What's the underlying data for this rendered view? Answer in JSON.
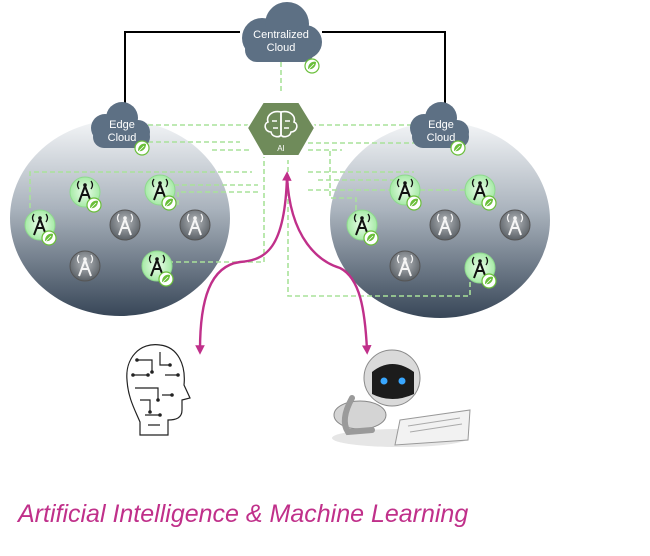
{
  "clouds": {
    "central": {
      "line1": "Centralized",
      "line2": "Cloud"
    },
    "left": {
      "line1": "Edge",
      "line2": "Cloud"
    },
    "right": {
      "line1": "Edge",
      "line2": "Cloud"
    }
  },
  "ai_hub": {
    "label": "AI"
  },
  "caption": "Artificial Intelligence & Machine Learning",
  "colors": {
    "cloud": "#5d7084",
    "ai_hex": "#6f8b5a",
    "green_tower": "#c8f6c8",
    "gray_tower": "#8a8f93",
    "leaf": "#6abf3a",
    "dashed_link": "#a9e29a",
    "arrow": "#c0308a",
    "caption": "#c0308a"
  },
  "icons": [
    "green-tower-icon",
    "gray-tower-icon",
    "leaf-icon",
    "brain-chip-icon",
    "circuit-head-icon",
    "robot-reading-icon"
  ]
}
